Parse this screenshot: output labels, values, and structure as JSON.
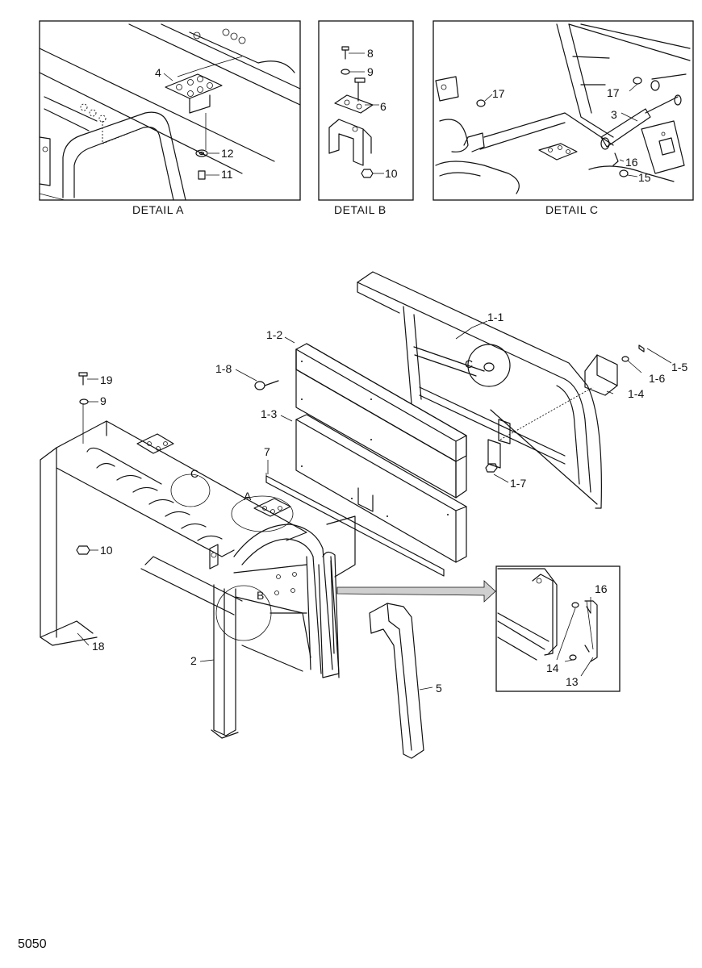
{
  "details": {
    "a": {
      "caption": "DETAIL  A",
      "labels": [
        "4",
        "12",
        "11"
      ]
    },
    "b": {
      "caption": "DETAIL  B",
      "labels": [
        "8",
        "9",
        "6",
        "10"
      ]
    },
    "c": {
      "caption": "DETAIL  C",
      "labels": [
        "17",
        "17",
        "3",
        "16",
        "15"
      ]
    }
  },
  "main_labels": {
    "p1_1": "1-1",
    "p1_2": "1-2",
    "p1_3": "1-3",
    "p1_4": "1-4",
    "p1_5": "1-5",
    "p1_6": "1-6",
    "p1_7": "1-7",
    "p1_8": "1-8",
    "p2": "2",
    "p5": "5",
    "p7": "7",
    "p9": "9",
    "p10": "10",
    "p18": "18",
    "p19": "19",
    "call_a": "A",
    "call_b": "B",
    "call_c1": "C",
    "call_c2": "C"
  },
  "inset_labels": {
    "p16": "16",
    "p14": "14",
    "p13": "13"
  },
  "page_number": "5050"
}
